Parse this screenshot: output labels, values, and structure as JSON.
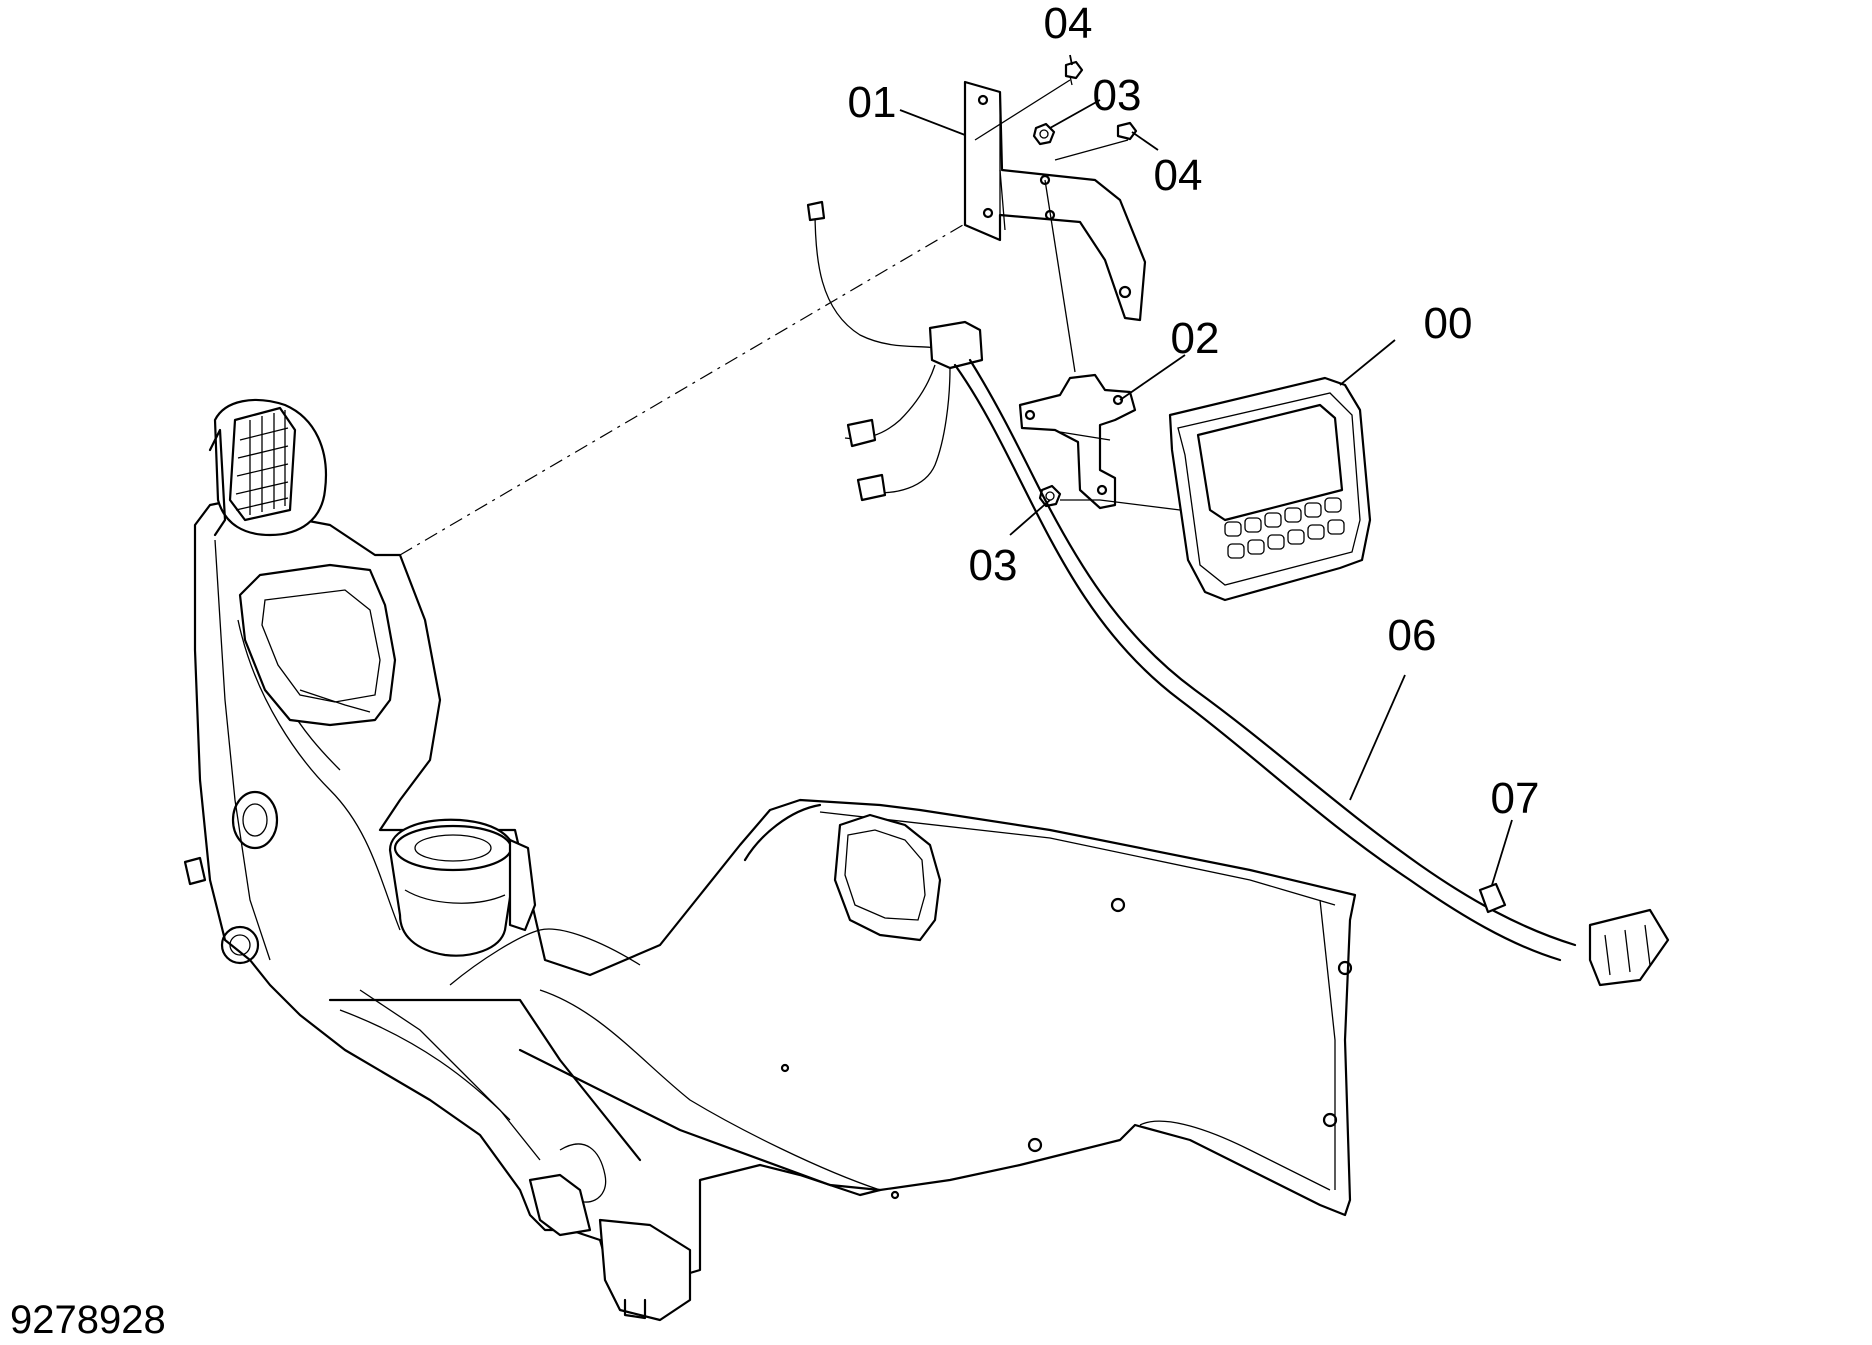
{
  "document_number": "9278928",
  "callouts": [
    {
      "id": "callout-00",
      "text": "00",
      "part": "display-monitor"
    },
    {
      "id": "callout-01",
      "text": "01",
      "part": "mounting-bracket"
    },
    {
      "id": "callout-02",
      "text": "02",
      "part": "mounting-plate"
    },
    {
      "id": "callout-03a",
      "text": "03",
      "part": "nut-upper"
    },
    {
      "id": "callout-03b",
      "text": "03",
      "part": "nut-lower"
    },
    {
      "id": "callout-04a",
      "text": "04",
      "part": "bolt-upper"
    },
    {
      "id": "callout-04b",
      "text": "04",
      "part": "bolt-right"
    },
    {
      "id": "callout-06",
      "text": "06",
      "part": "wire-harness"
    },
    {
      "id": "callout-07",
      "text": "07",
      "part": "cable-tie"
    }
  ]
}
